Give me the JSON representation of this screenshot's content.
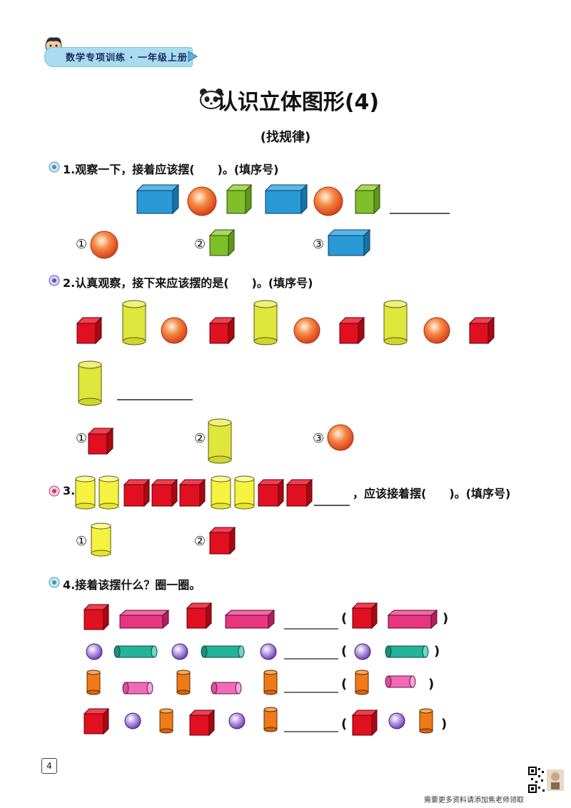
{
  "header": {
    "series": "数学专项训练 · 一年级上册"
  },
  "title": "认识立体图形(4)",
  "subtitle": "(找规律)",
  "q1": {
    "text": "1.观察一下，接着应该摆(　　)。(填序号)",
    "options": [
      "①",
      "②",
      "③"
    ]
  },
  "q2": {
    "text": "2.认真观察，接下来应该摆的是(　　)。(填序号)",
    "options": [
      "①",
      "②",
      "③"
    ]
  },
  "q3": {
    "number": "3.",
    "text": "，应该接着摆(　　)。(填序号)",
    "options": [
      "①",
      "②"
    ]
  },
  "q4": {
    "text": "4.接着该摆什么？圈一圈。",
    "open": "(",
    "close": ")"
  },
  "page_number": "4",
  "footer_text": "需要更多资料请添加焦老师领取",
  "colors": {
    "cuboid_blue": "#2a9ad6",
    "cube_green": "#7fbf2a",
    "sphere_orange": "#f0602a",
    "cube_red": "#e01020",
    "cylinder_yellow": "#e0e640",
    "cuboid_pink": "#e8357f",
    "sphere_purple": "#9a6fd0",
    "cylinder_teal": "#23b39a",
    "cylinder_orange": "#f07a18",
    "cylinder_pink": "#f06cb6"
  }
}
